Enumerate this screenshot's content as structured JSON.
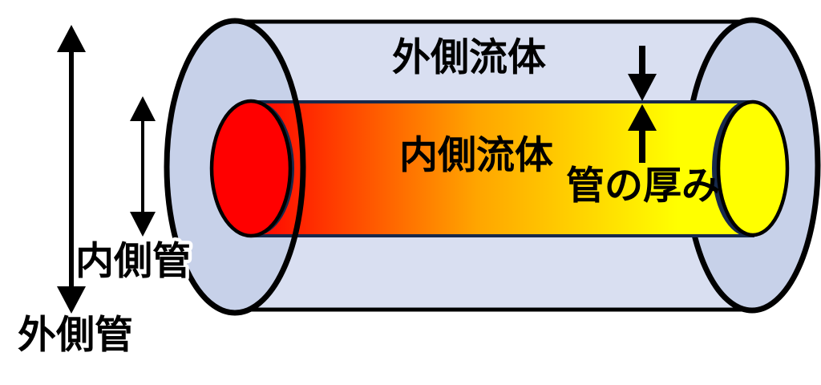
{
  "diagram": {
    "title_hint": "double-pipe-heat-exchanger",
    "labels": {
      "outer_fluid": "外側流体",
      "inner_fluid": "内側流体",
      "wall_thickness": "管の厚み",
      "inner_pipe": "内側管",
      "outer_pipe": "外側管"
    },
    "colors": {
      "outer_body": "#D9DFF1",
      "outer_end": "#C7D1E9",
      "pipe_wall_navy": "#17294B",
      "fluid_hot_red": "#FF0000",
      "fluid_mid_orange": "#FFA500",
      "fluid_cool_yellow": "#FFFF00",
      "outline_black": "#000000",
      "arrow_black": "#000000"
    }
  }
}
